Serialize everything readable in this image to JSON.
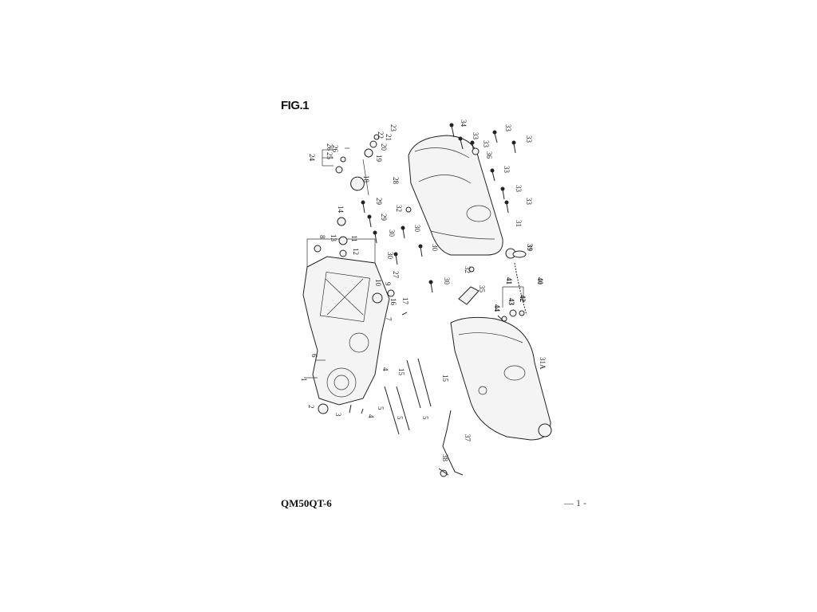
{
  "header": {
    "figure_label": "FIG.1"
  },
  "footer": {
    "model": "QM50QT-6",
    "page": "— 1 -"
  },
  "callouts": {
    "c1": "1",
    "c2": "2",
    "c3": "3",
    "c4": "4",
    "c5": "5",
    "c5b": "5",
    "c5c": "5",
    "c6": "6",
    "c7": "7",
    "c8": "8",
    "c9": "9",
    "c10": "10",
    "c11": "11",
    "c12": "12",
    "c13": "13",
    "c14": "14",
    "c15": "15",
    "c15b": "15",
    "c16": "16",
    "c17": "17",
    "c18": "18",
    "c19": "19",
    "c20": "20",
    "c21": "21",
    "c22": "22",
    "c23": "23",
    "c24": "24",
    "c25": "25",
    "c26": "26",
    "c27": "27",
    "c28": "28",
    "c29": "29",
    "c29b": "29",
    "c30": "30",
    "c30b": "30",
    "c30c": "30",
    "c30d": "30",
    "c30e": "30",
    "c31": "31",
    "c31a": "31A",
    "c32": "32",
    "c32b": "32",
    "c33": "33",
    "c33b": "33",
    "c33c": "33",
    "c33d": "33",
    "c33e": "33",
    "c33f": "33",
    "c33g": "33",
    "c34": "34",
    "c35": "35",
    "c36": "36",
    "c37": "37",
    "c38": "38",
    "c39": "39",
    "c40": "40",
    "c41": "41",
    "c42": "42",
    "c43": "43",
    "c44": "44"
  }
}
